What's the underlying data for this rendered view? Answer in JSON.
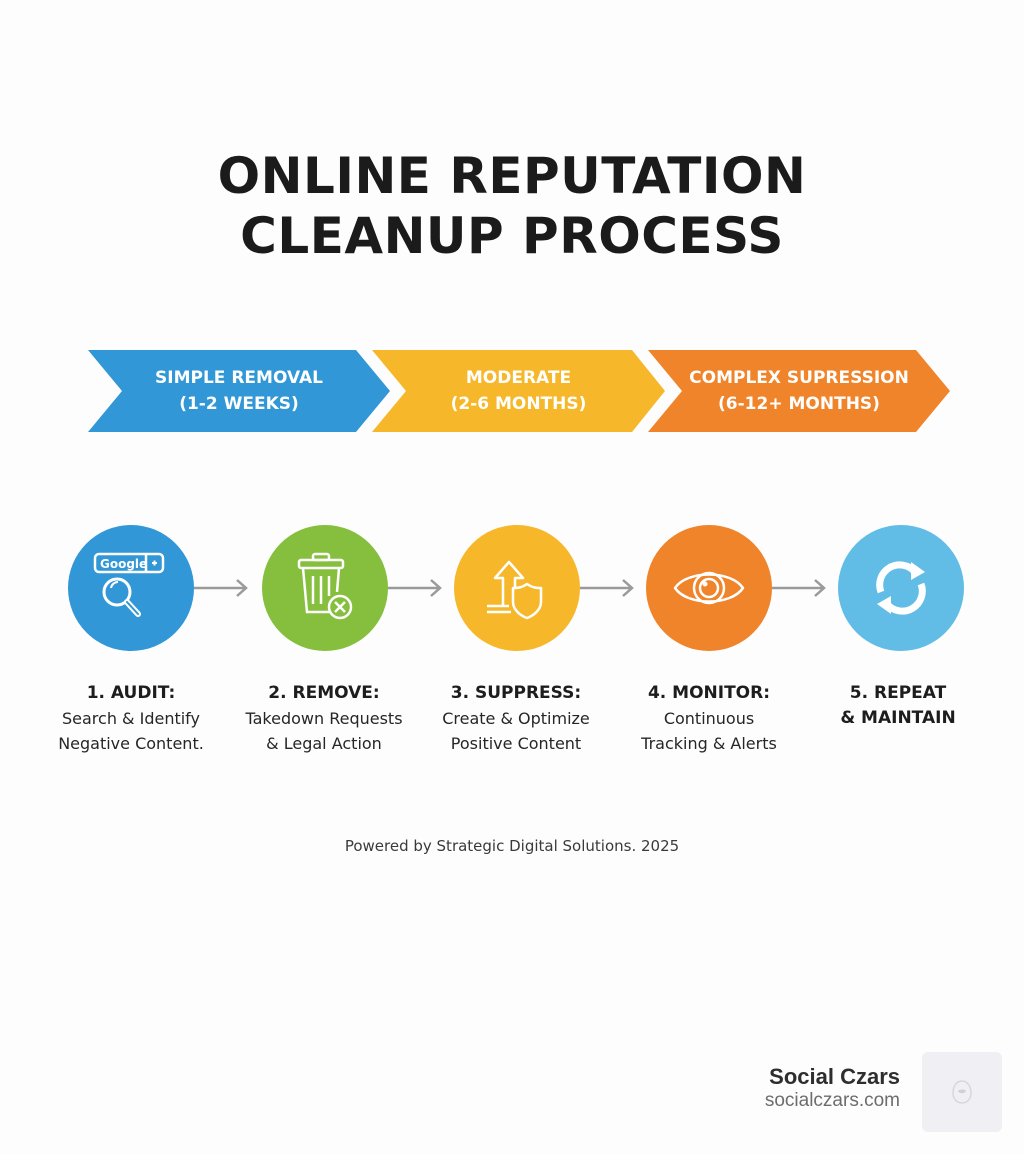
{
  "title": {
    "line1": "ONLINE REPUTATION",
    "line2": "CLEANUP PROCESS"
  },
  "phases": [
    {
      "label": "SIMPLE REMOVAL",
      "duration": "(1-2 WEEKS)",
      "color": "#3197d6"
    },
    {
      "label": "MODERATE",
      "duration": "(2-6 MONTHS)",
      "color": "#f6b82a"
    },
    {
      "label": "COMPLEX SUPRESSION",
      "duration": "(6-12+ MONTHS)",
      "color": "#f0842a"
    }
  ],
  "steps": [
    {
      "title": "1. AUDIT:",
      "desc_line1": "Search & Identify",
      "desc_line2": "Negative Content.",
      "icon": "google-search-icon",
      "icon_text": "Google",
      "color": "#3197d6"
    },
    {
      "title": "2. REMOVE:",
      "desc_line1": "Takedown Requests",
      "desc_line2": "& Legal Action",
      "icon": "trash-remove-icon",
      "color": "#86bf3e"
    },
    {
      "title": "3. SUPPRESS:",
      "desc_line1": "Create & Optimize",
      "desc_line2": "Positive Content",
      "icon": "arrow-up-shield-icon",
      "color": "#f6b82a"
    },
    {
      "title": "4. MONITOR:",
      "desc_line1": "Continuous",
      "desc_line2": "Tracking & Alerts",
      "icon": "eye-icon",
      "color": "#f0842a"
    },
    {
      "title": "5. REPEAT",
      "desc_line1": "& MAINTAIN",
      "desc_line2": "",
      "icon": "refresh-cycle-icon",
      "color": "#62bde6"
    }
  ],
  "connector_color": "#9a9a9a",
  "footer_note": "Powered by Strategic Digital Solutions. 2025",
  "brand": {
    "name": "Social Czars",
    "url": "socialczars.com",
    "logo_icon": "bear-logo-icon"
  }
}
